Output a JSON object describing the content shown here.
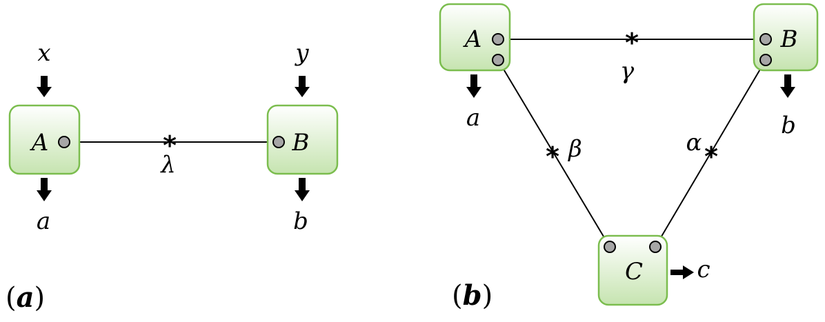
{
  "panel_a": {
    "caption_letter": "a",
    "box_a": "A",
    "box_b": "B",
    "input_x": "x",
    "input_y": "y",
    "output_a": "a",
    "output_b": "b",
    "source": "λ",
    "source_marker": "*"
  },
  "panel_b": {
    "caption_letter": "b",
    "box_a": "A",
    "box_b": "B",
    "box_c": "C",
    "output_a": "a",
    "output_b": "b",
    "output_c": "c",
    "source_ab": "γ",
    "source_ac": "β",
    "source_bc": "α",
    "source_marker": "*"
  },
  "colors": {
    "box_border": "#7bbd4e",
    "box_fill_top": "#ffffff",
    "box_fill_bottom": "#c6e4b0",
    "port_fill": "#a6a6a6"
  }
}
